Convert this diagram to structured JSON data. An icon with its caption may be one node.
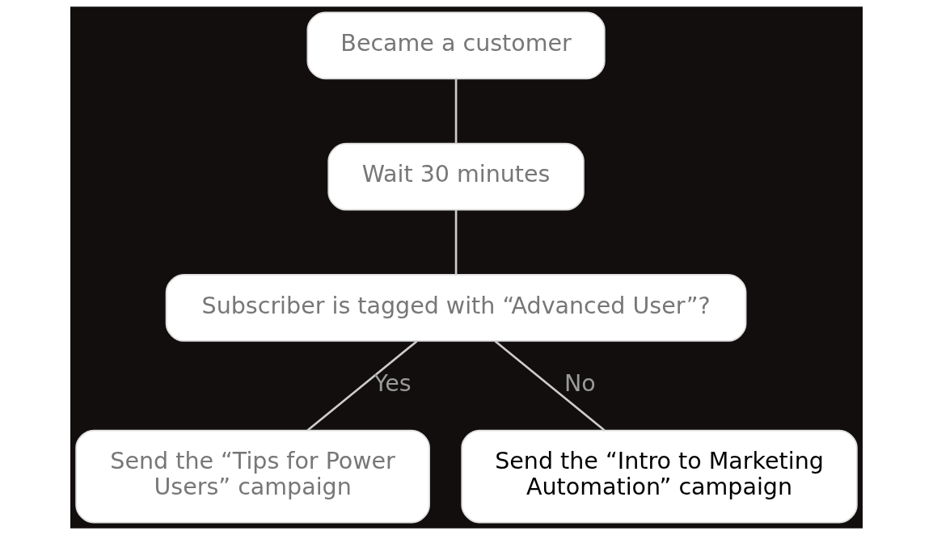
{
  "diagram": {
    "nodes": [
      {
        "text": [
          "Became a customer"
        ]
      },
      {
        "text": [
          "Wait 30 minutes"
        ]
      },
      {
        "text": [
          "Subscriber is tagged with “Advanced User”?"
        ]
      },
      {
        "text": [
          "Send the “Tips for Power Users” campaign"
        ]
      },
      {
        "text": [
          "Send the “Intro to Marketing Automation” campaign"
        ]
      }
    ],
    "edges": [
      {
        "from": 0,
        "to": 1,
        "arrow": "none"
      },
      {
        "from": 1,
        "to": 2,
        "arrow": "none"
      },
      {
        "from": 2,
        "to": 3,
        "arrow": "none",
        "label": "Yes"
      },
      {
        "from": 2,
        "to": 4,
        "arrow": "none",
        "label": "No"
      }
    ]
  }
}
